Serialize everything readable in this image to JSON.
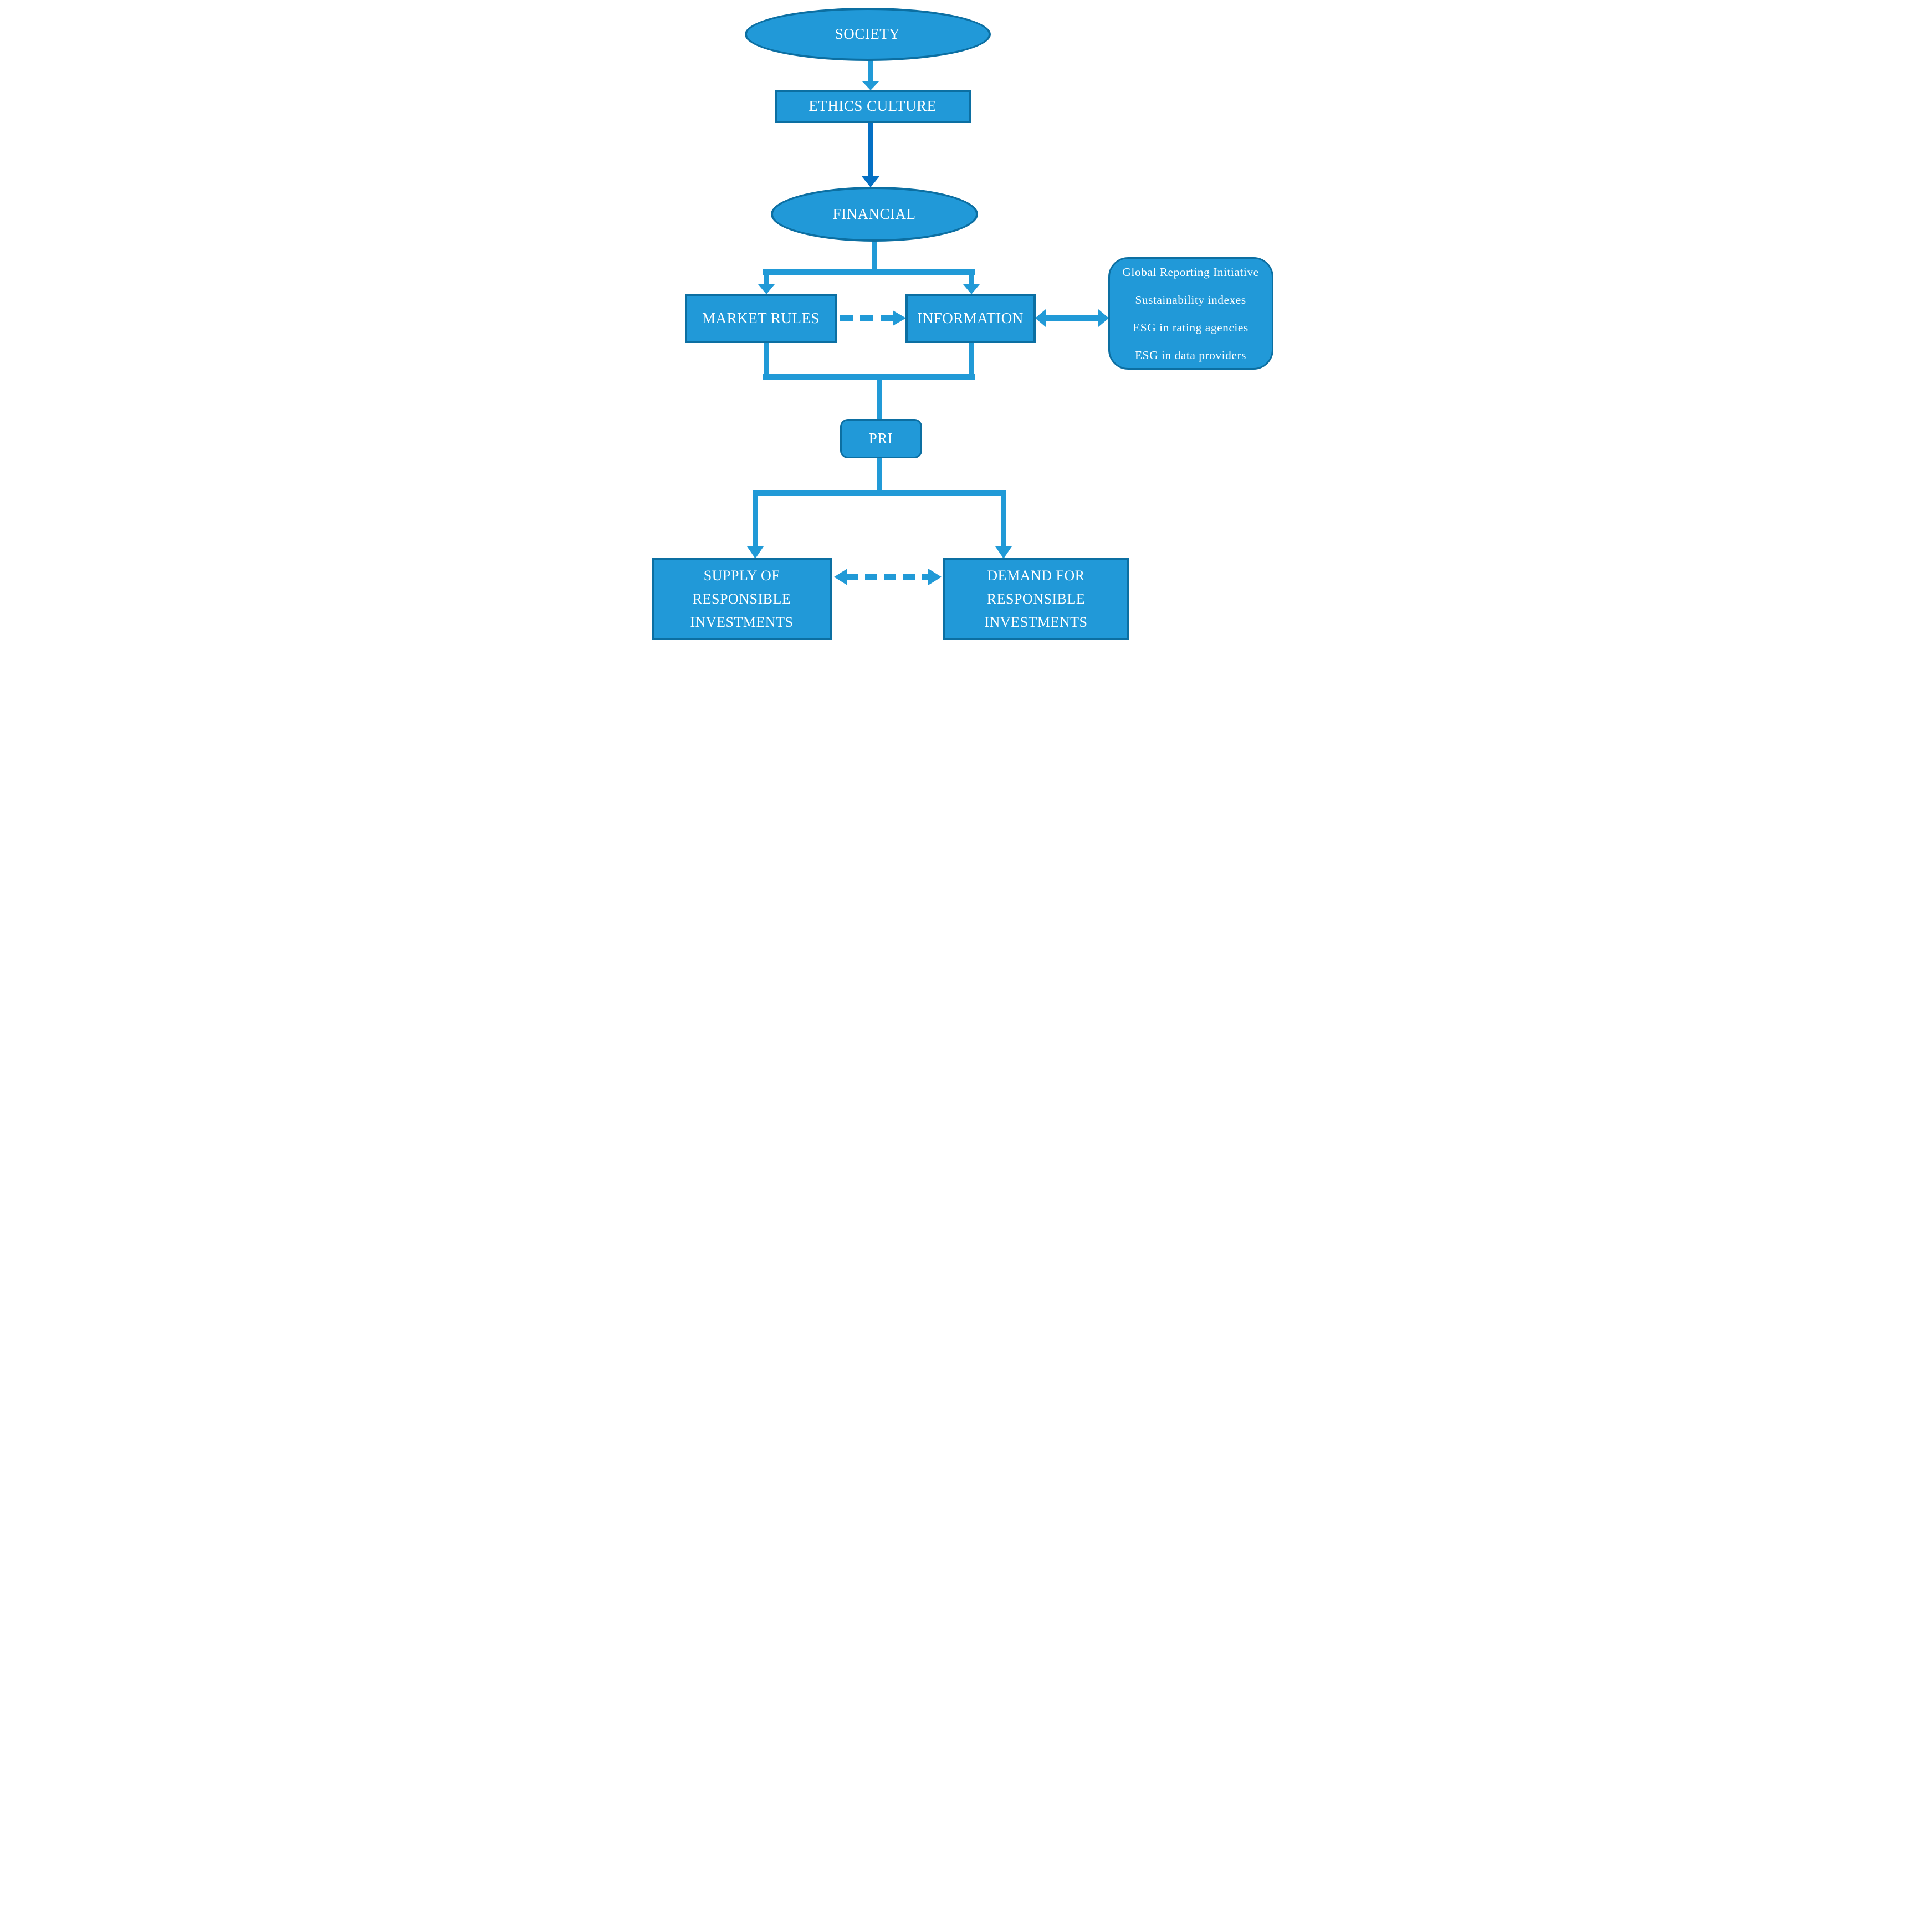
{
  "figure": {
    "background": "#ffffff",
    "colors": {
      "node_fill": "#2199d8",
      "node_border": "#0c6fa2",
      "connector_light": "#219ad7",
      "connector_dark": "#0470c4",
      "label_text": "#ffffff"
    },
    "nodes": {
      "society": {
        "shape": "ellipse",
        "label": "SOCIETY"
      },
      "ethics_culture": {
        "shape": "rectangle",
        "label": "ETHICS CULTURE"
      },
      "financial": {
        "shape": "ellipse",
        "label": "FINANCIAL"
      },
      "market_rules": {
        "shape": "rectangle",
        "label": "MARKET RULES"
      },
      "information": {
        "shape": "rectangle",
        "label": "INFORMATION"
      },
      "esg_sources": {
        "shape": "rounded-rectangle",
        "lines": [
          "Global Reporting Initiative",
          "Sustainability indexes",
          "ESG in rating agencies",
          "ESG in data providers"
        ]
      },
      "pri": {
        "shape": "rounded-rectangle",
        "label": "PRI"
      },
      "supply": {
        "shape": "rectangle",
        "lines": [
          "SUPPLY OF",
          "RESPONSIBLE",
          "INVESTMENTS"
        ]
      },
      "demand": {
        "shape": "rectangle",
        "lines": [
          "DEMAND FOR",
          "RESPONSIBLE",
          "INVESTMENTS"
        ]
      }
    }
  }
}
